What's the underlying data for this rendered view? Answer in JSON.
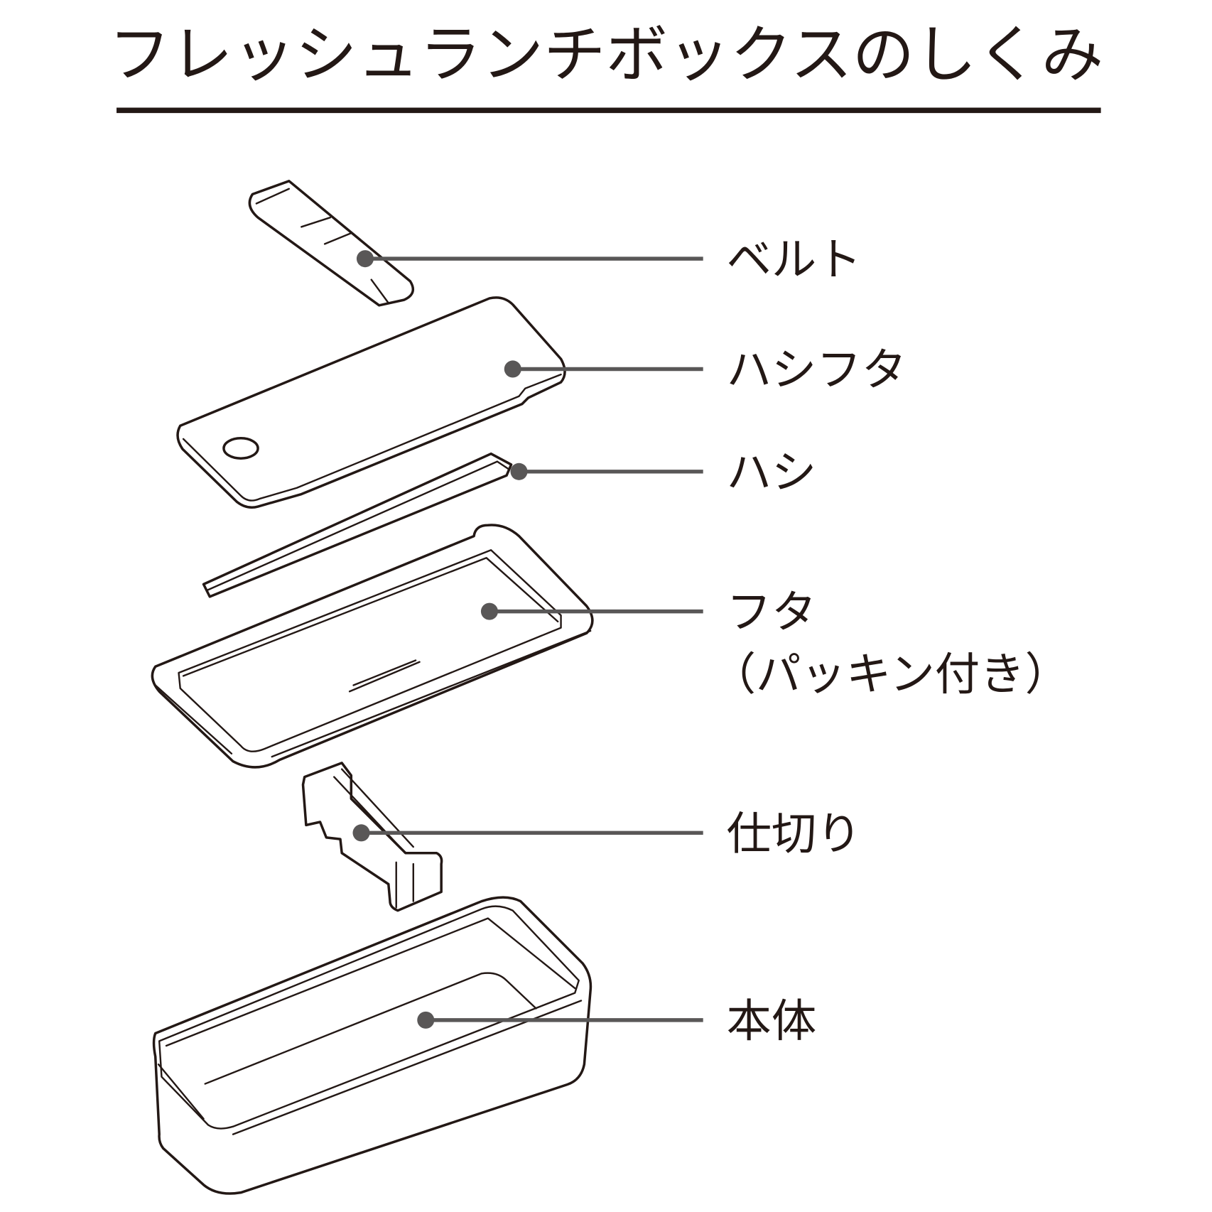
{
  "title": "フレッシュランチボックスのしくみ",
  "parts": [
    {
      "label": "ベルト"
    },
    {
      "label": "ハシフタ"
    },
    {
      "label": "ハシ"
    },
    {
      "label": "フタ",
      "sub": "（パッキン付き）"
    },
    {
      "label": "仕切り"
    },
    {
      "label": "本体"
    }
  ],
  "colors": {
    "ink": "#231815",
    "leader": "#595757"
  }
}
